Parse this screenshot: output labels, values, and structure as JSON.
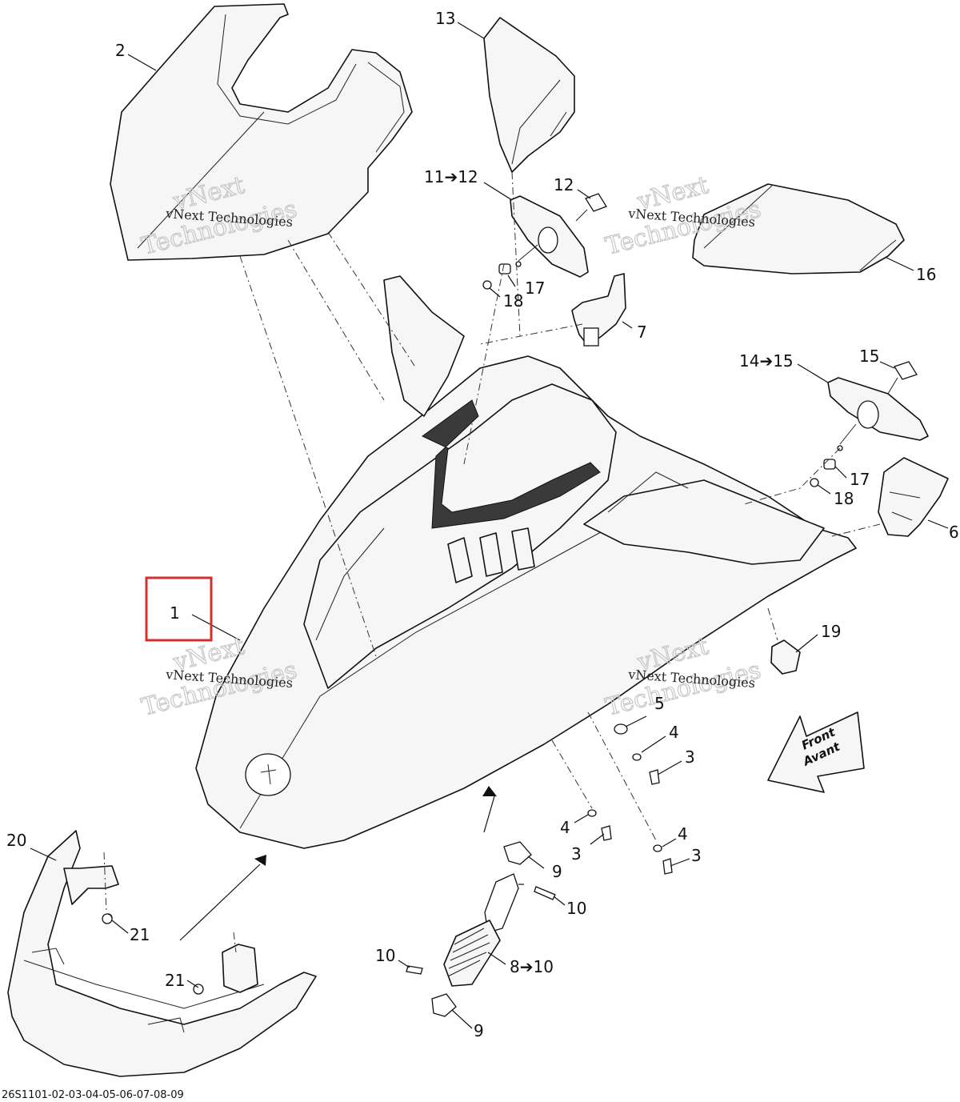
{
  "diagram": {
    "reference_code": "26S1101-02-03-04-05-06-07-08-09",
    "watermark": {
      "small": "vNext Technologies",
      "large_line1": "vNext",
      "large_line2": "Technologies"
    },
    "direction_arrow": {
      "line1": "Front",
      "line2": "Avant"
    },
    "highlight_color": "#d32f2f",
    "callouts": [
      "1",
      "2",
      "3",
      "3",
      "3",
      "4",
      "4",
      "4",
      "5",
      "6",
      "7",
      "8➔10",
      "9",
      "9",
      "10",
      "10",
      "11➔12",
      "12",
      "13",
      "14➔15",
      "15",
      "16",
      "17",
      "17",
      "18",
      "18",
      "19",
      "20",
      "21",
      "21"
    ]
  }
}
